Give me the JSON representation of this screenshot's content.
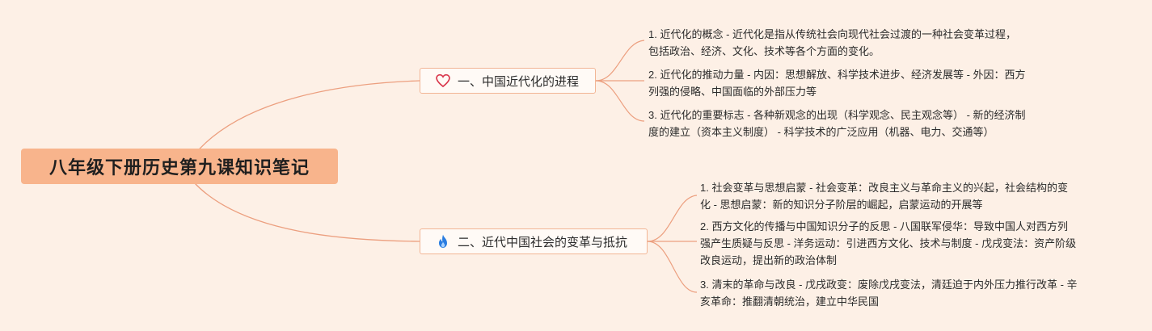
{
  "root": {
    "title": "八年级下册历史第九课知识笔记"
  },
  "colors": {
    "background": "#fdf0e6",
    "root": "#f8b48c",
    "line": "#ec9f7f",
    "heart": "#d9364b",
    "fire": "#2a7de1"
  },
  "branches": [
    {
      "icon": "heart-icon",
      "label": "一、中国近代化的进程",
      "items": [
        {
          "lines": [
            "1. 近代化的概念 - 近代化是指从传统社会向现代社会过渡的一种社会变革过程，",
            "包括政治、经济、文化、技术等各个方面的变化。"
          ]
        },
        {
          "lines": [
            "2. 近代化的推动力量 - 内因：思想解放、科学技术进步、经济发展等 - 外因：西方",
            "列强的侵略、中国面临的外部压力等"
          ]
        },
        {
          "lines": [
            "3. 近代化的重要标志 - 各种新观念的出现（科学观念、民主观念等） - 新的经济制",
            "度的建立（资本主义制度） - 科学技术的广泛应用（机器、电力、交通等）"
          ]
        }
      ]
    },
    {
      "icon": "fire-icon",
      "label": "二、近代中国社会的变革与抵抗",
      "items": [
        {
          "lines": [
            "1. 社会变革与思想启蒙 - 社会变革：改良主义与革命主义的兴起，社会结构的变",
            "化 - 思想启蒙：新的知识分子阶层的崛起，启蒙运动的开展等"
          ]
        },
        {
          "lines": [
            "2. 西方文化的传播与中国知识分子的反思 - 八国联军侵华：导致中国人对西方列",
            "强产生质疑与反思 - 洋务运动：引进西方文化、技术与制度 - 戊戌变法：资产阶级",
            "改良运动，提出新的政治体制"
          ]
        },
        {
          "lines": [
            "3. 清末的革命与改良 - 戊戌政变：废除戊戌变法，清廷迫于内外压力推行改革 - 辛",
            "亥革命：推翻清朝统治，建立中华民国"
          ]
        }
      ]
    }
  ]
}
